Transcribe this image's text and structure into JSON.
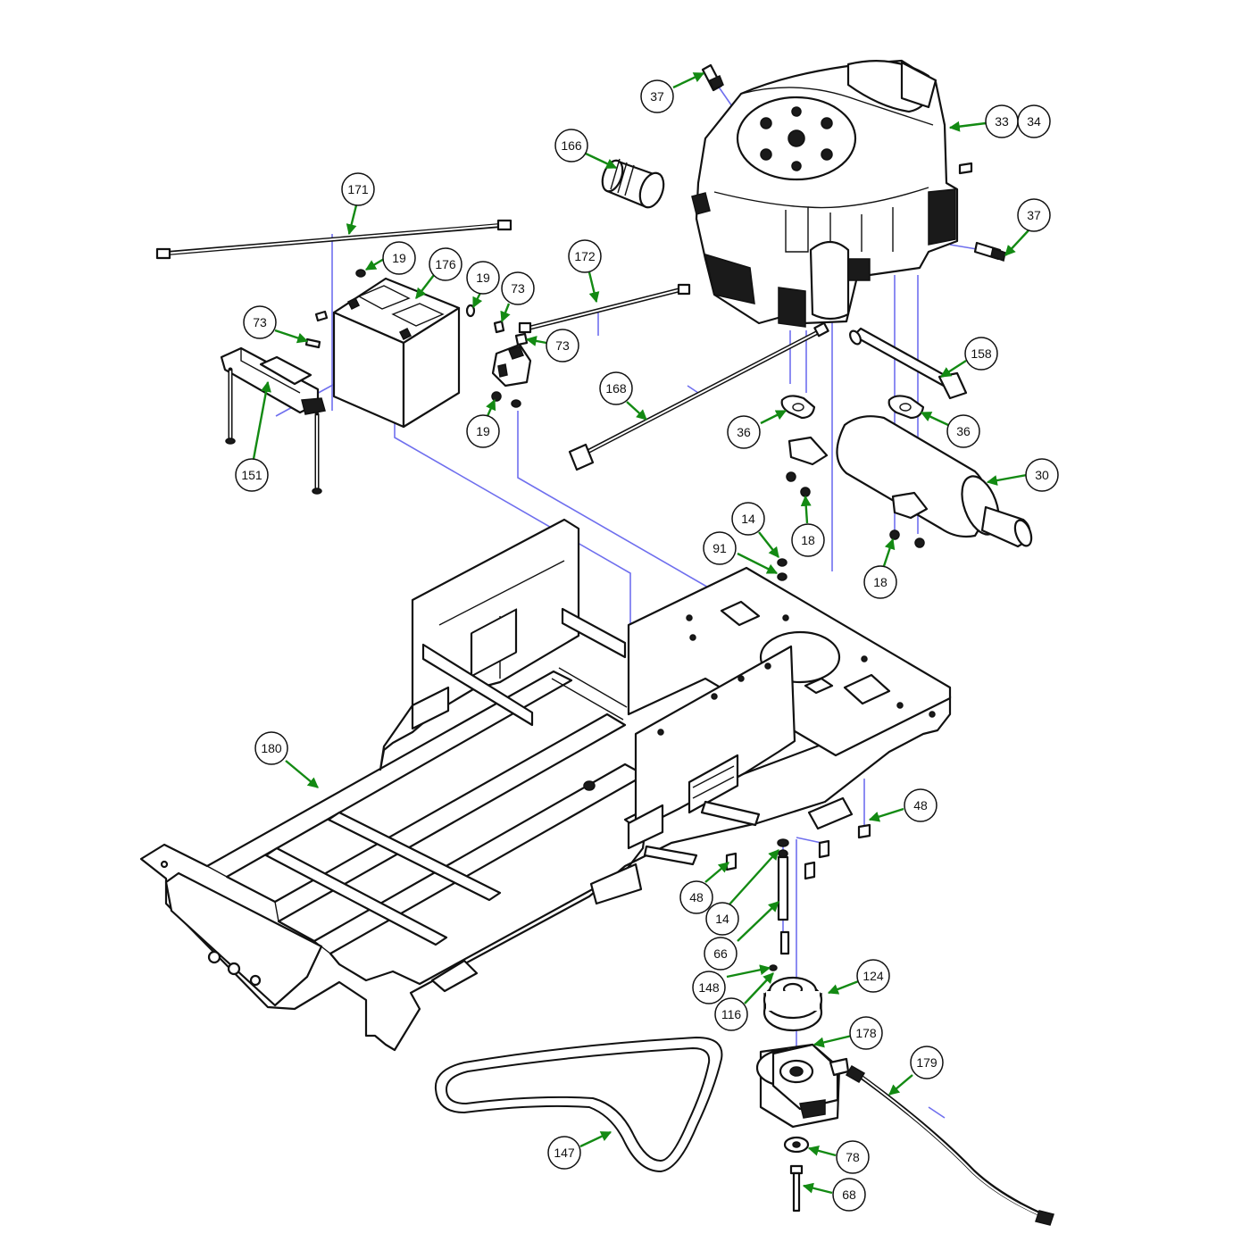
{
  "colors": {
    "leader": "#138a13",
    "guide": "#6f6fee",
    "outline": "#111111",
    "background": "#ffffff"
  },
  "callouts": [
    {
      "label": "37"
    },
    {
      "label": "33"
    },
    {
      "label": "34"
    },
    {
      "label": "166"
    },
    {
      "label": "37"
    },
    {
      "label": "171"
    },
    {
      "label": "19"
    },
    {
      "label": "176"
    },
    {
      "label": "19"
    },
    {
      "label": "73"
    },
    {
      "label": "172"
    },
    {
      "label": "73"
    },
    {
      "label": "73"
    },
    {
      "label": "158"
    },
    {
      "label": "168"
    },
    {
      "label": "36"
    },
    {
      "label": "36"
    },
    {
      "label": "151"
    },
    {
      "label": "19"
    },
    {
      "label": "30"
    },
    {
      "label": "14"
    },
    {
      "label": "18"
    },
    {
      "label": "91"
    },
    {
      "label": "18"
    },
    {
      "label": "180"
    },
    {
      "label": "48"
    },
    {
      "label": "48"
    },
    {
      "label": "14"
    },
    {
      "label": "66"
    },
    {
      "label": "124"
    },
    {
      "label": "148"
    },
    {
      "label": "116"
    },
    {
      "label": "178"
    },
    {
      "label": "179"
    },
    {
      "label": "147"
    },
    {
      "label": "78"
    },
    {
      "label": "68"
    }
  ]
}
